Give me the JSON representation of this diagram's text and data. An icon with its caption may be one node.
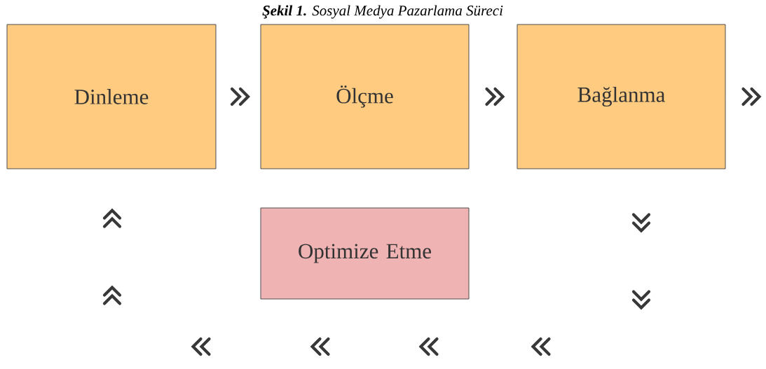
{
  "diagram": {
    "title": "**Şekil 1.** Sosyal Medya Pazarlama Süreci",
    "nodes": [
      {
        "text": [
          "Dinleme"
        ]
      },
      {
        "text": [
          "Ölçme"
        ]
      },
      {
        "text": [
          "Bağlanma"
        ]
      },
      {
        "text": [
          "Optimize Etme"
        ]
      }
    ],
    "edges": [
      {
        "from": 0,
        "to": 1,
        "arrow": "to"
      },
      {
        "from": 1,
        "to": 2,
        "arrow": "to"
      },
      {
        "from": 2,
        "to": null,
        "arrow": "to"
      },
      {
        "from": 2,
        "to": 0,
        "arrow": "to"
      }
    ]
  }
}
